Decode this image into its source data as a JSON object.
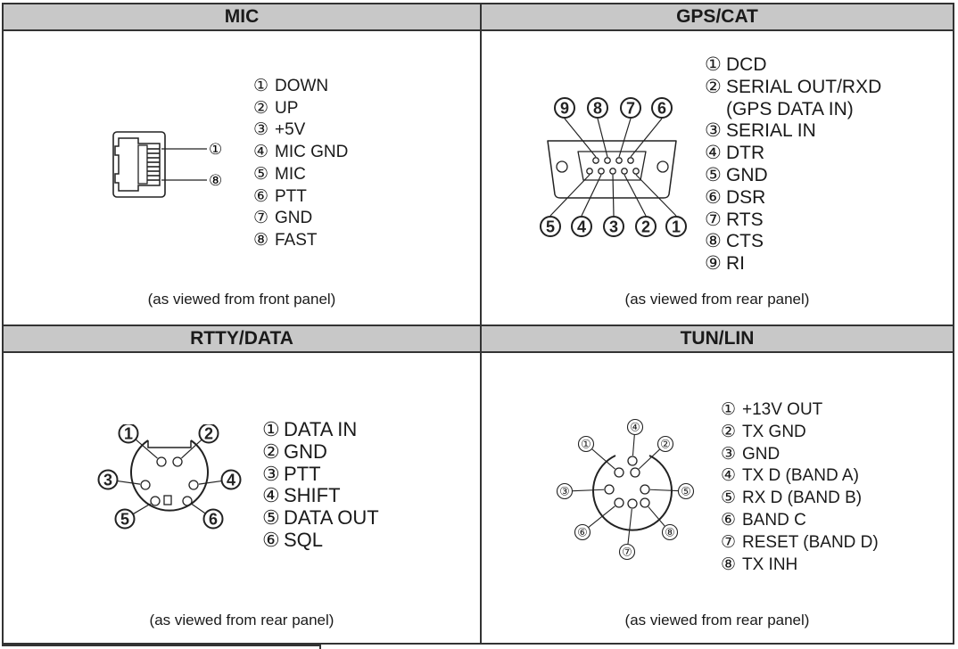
{
  "sections": {
    "mic": {
      "title": "MIC",
      "pins": [
        {
          "n": "①",
          "label": "DOWN"
        },
        {
          "n": "②",
          "label": "UP"
        },
        {
          "n": "③",
          "label": "+5V"
        },
        {
          "n": "④",
          "label": "MIC GND"
        },
        {
          "n": "⑤",
          "label": "MIC"
        },
        {
          "n": "⑥",
          "label": "PTT"
        },
        {
          "n": "⑦",
          "label": "GND"
        },
        {
          "n": "⑧",
          "label": "FAST"
        }
      ],
      "diagram_labels": [
        "①",
        "⑧"
      ],
      "caption": "(as viewed from front panel)"
    },
    "gps": {
      "title": "GPS/CAT",
      "pins": [
        {
          "n": "①",
          "label": "DCD"
        },
        {
          "n": "②",
          "label": "SERIAL OUT/RXD"
        },
        {
          "n": "",
          "label": "(GPS DATA IN)"
        },
        {
          "n": "③",
          "label": "SERIAL IN"
        },
        {
          "n": "④",
          "label": "DTR"
        },
        {
          "n": "⑤",
          "label": "GND"
        },
        {
          "n": "⑥",
          "label": "DSR"
        },
        {
          "n": "⑦",
          "label": "RTS"
        },
        {
          "n": "⑧",
          "label": "CTS"
        },
        {
          "n": "⑨",
          "label": "RI"
        }
      ],
      "diagram_top": [
        "9",
        "8",
        "7",
        "6"
      ],
      "diagram_bottom": [
        "5",
        "4",
        "3",
        "2",
        "1"
      ],
      "caption": "(as viewed from rear panel)"
    },
    "rtty": {
      "title": "RTTY/DATA",
      "pins": [
        {
          "n": "①",
          "label": "DATA IN"
        },
        {
          "n": "②",
          "label": "GND"
        },
        {
          "n": "③",
          "label": "PTT"
        },
        {
          "n": "④",
          "label": "SHIFT"
        },
        {
          "n": "⑤",
          "label": "DATA OUT"
        },
        {
          "n": "⑥",
          "label": "SQL"
        }
      ],
      "diagram_labels": [
        "1",
        "2",
        "3",
        "4",
        "5",
        "6"
      ],
      "caption": "(as viewed from rear panel)"
    },
    "tun": {
      "title": "TUN/LIN",
      "pins": [
        {
          "n": "①",
          "label": "+13V OUT"
        },
        {
          "n": "②",
          "label": "TX GND"
        },
        {
          "n": "③",
          "label": "GND"
        },
        {
          "n": "④",
          "label": "TX D (BAND A)"
        },
        {
          "n": "⑤",
          "label": "RX D (BAND B)"
        },
        {
          "n": "⑥",
          "label": "BAND C"
        },
        {
          "n": "⑦",
          "label": "RESET (BAND D)"
        },
        {
          "n": "⑧",
          "label": "TX INH"
        }
      ],
      "diagram_labels": [
        "①",
        "②",
        "③",
        "④",
        "⑤",
        "⑥",
        "⑦",
        "⑧"
      ],
      "caption": "(as viewed from rear panel)"
    }
  }
}
